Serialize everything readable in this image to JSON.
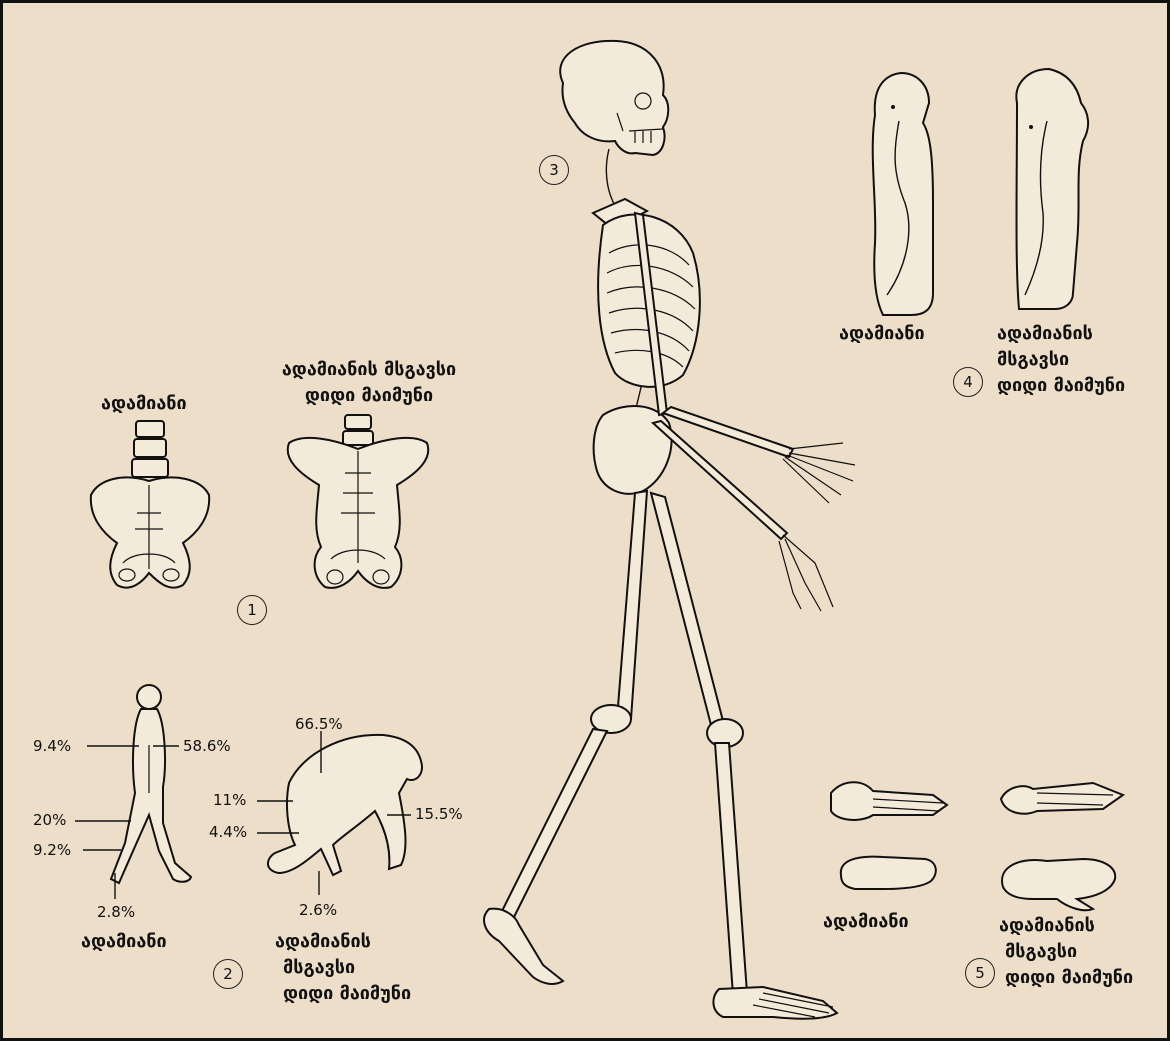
{
  "colors": {
    "background": "#ecdec9",
    "ink": "#111111",
    "bone": "#f4ead9"
  },
  "labels": {
    "human": "ადამიანი",
    "ape": "ადამიანის მსგავსი დიდი მაიმუნი",
    "pelvis_ape_line1": "ადამიანის მსგავსი",
    "pelvis_ape_line2": "დიდი მაიმუნი",
    "ape_line1": "ადამიანის",
    "ape_line2": "მსგავსი",
    "ape_line3": "დიდი მაიმუნი"
  },
  "markers": [
    "1",
    "2",
    "3",
    "4",
    "5"
  ],
  "proportions": {
    "human": {
      "head_arm": "9.4%",
      "trunk": "58.6%",
      "thigh": "20%",
      "shank": "9.2%",
      "foot": "2.8%"
    },
    "ape": {
      "trunk": "66.5%",
      "arm": "11%",
      "thigh": "4.4%",
      "leg": "15.5%",
      "foot": "2.6%"
    }
  },
  "icons": [
    "human-pelvis-icon",
    "ape-pelvis-icon",
    "walking-skeleton-icon",
    "human-spine-icon",
    "ape-spine-icon",
    "human-silhouette-icon",
    "ape-silhouette-icon",
    "human-foot-bones-icon",
    "ape-foot-bones-icon",
    "human-footprint-icon",
    "ape-footprint-icon"
  ]
}
